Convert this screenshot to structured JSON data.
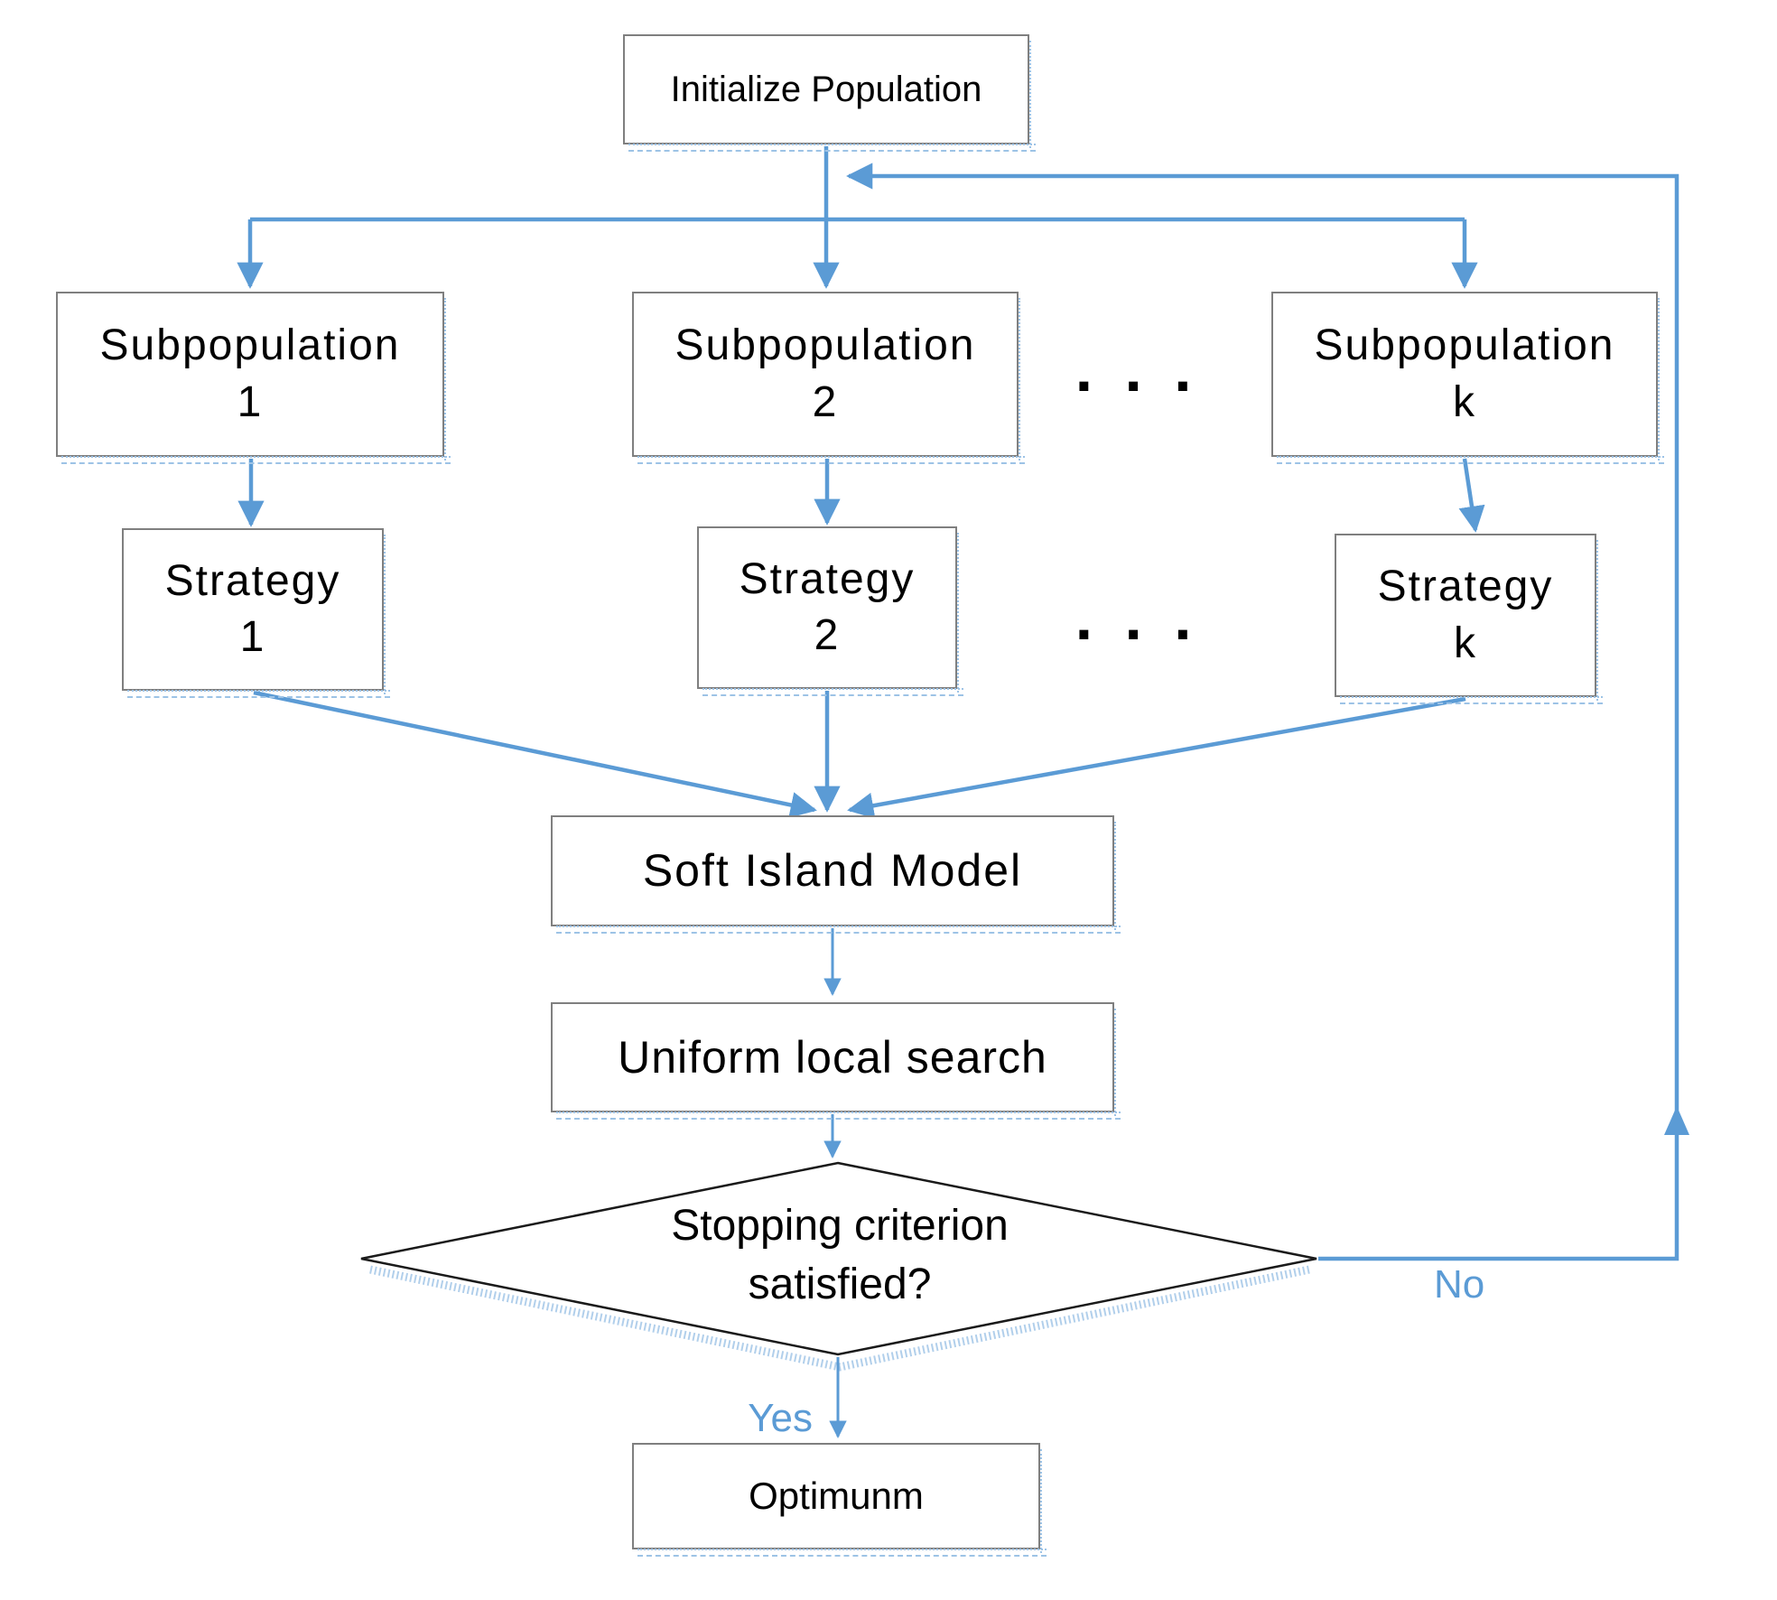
{
  "colors": {
    "accent": "#5B9BD5",
    "box_border": "#7F7F7F",
    "shadow": "#9DC3E6",
    "diamond_border": "#1A1A1A",
    "background": "#FFFFFF"
  },
  "nodes": {
    "initialize": {
      "label": "Initialize Population"
    },
    "subpopulation1": {
      "label": "Subpopulation\n1"
    },
    "subpopulation2": {
      "label": "Subpopulation\n2"
    },
    "subpopulationk": {
      "label": "Subpopulation\nk"
    },
    "strategy1": {
      "label": "Strategy\n1"
    },
    "strategy2": {
      "label": "Strategy\n2"
    },
    "strategyk": {
      "label": "Strategy\nk"
    },
    "soft_island_model": {
      "label": "Soft Island Model"
    },
    "uniform_local_search": {
      "label": "Uniform local search"
    },
    "decision": {
      "label": "Stopping criterion\nsatisfied?"
    },
    "optimum": {
      "label": "Optimunm"
    }
  },
  "ellipsis": {
    "subpopulation_row": "· · ·",
    "strategy_row": "· · ·"
  },
  "edge_labels": {
    "yes": "Yes",
    "no": "No"
  }
}
